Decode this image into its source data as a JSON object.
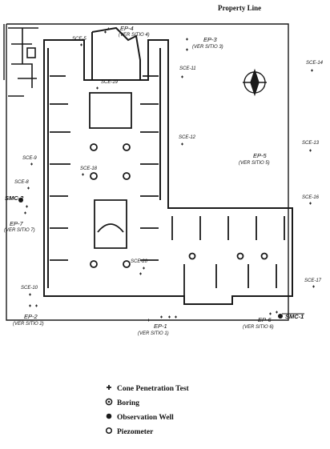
{
  "property_line_label": "Property Line",
  "colors": {
    "ink": "#1a1a1a",
    "paper": "#ffffff"
  },
  "test_points": [
    {
      "id": "ep4",
      "label": "EP-4",
      "sub": "(VER SITIO 4)"
    },
    {
      "id": "ep3",
      "label": "EP-3",
      "sub": "(VER SITIO 3)"
    },
    {
      "id": "ep5",
      "label": "EP-5",
      "sub": "(VER SITIO 5)"
    },
    {
      "id": "ep7",
      "label": "EP-7",
      "sub": "(VER SITIO 7)"
    },
    {
      "id": "ep2",
      "label": "EP-2",
      "sub": "(VER SITIO 2)"
    },
    {
      "id": "ep1",
      "label": "EP-1",
      "sub": "(VER SITIO 1)"
    },
    {
      "id": "ep6",
      "label": "EP-6",
      "sub": "(VER SITIO 6)"
    }
  ],
  "sce_labels": [
    "SCE-5",
    "SCE-19",
    "SCE-11",
    "SCE-14",
    "SCE-12",
    "SCE-13",
    "SCE-9",
    "SCE-18",
    "SCE-8",
    "SCE-16",
    "SCE-20",
    "SCE-10",
    "SCE-17"
  ],
  "wells": [
    "SMC-2",
    "SMC-1"
  ],
  "legend": [
    {
      "symbol": "cross",
      "label": "Cone Penetration Test"
    },
    {
      "symbol": "boring",
      "label": "Boring"
    },
    {
      "symbol": "well",
      "label": "Observation Well"
    },
    {
      "symbol": "piezometer",
      "label": "Piezometer"
    }
  ]
}
